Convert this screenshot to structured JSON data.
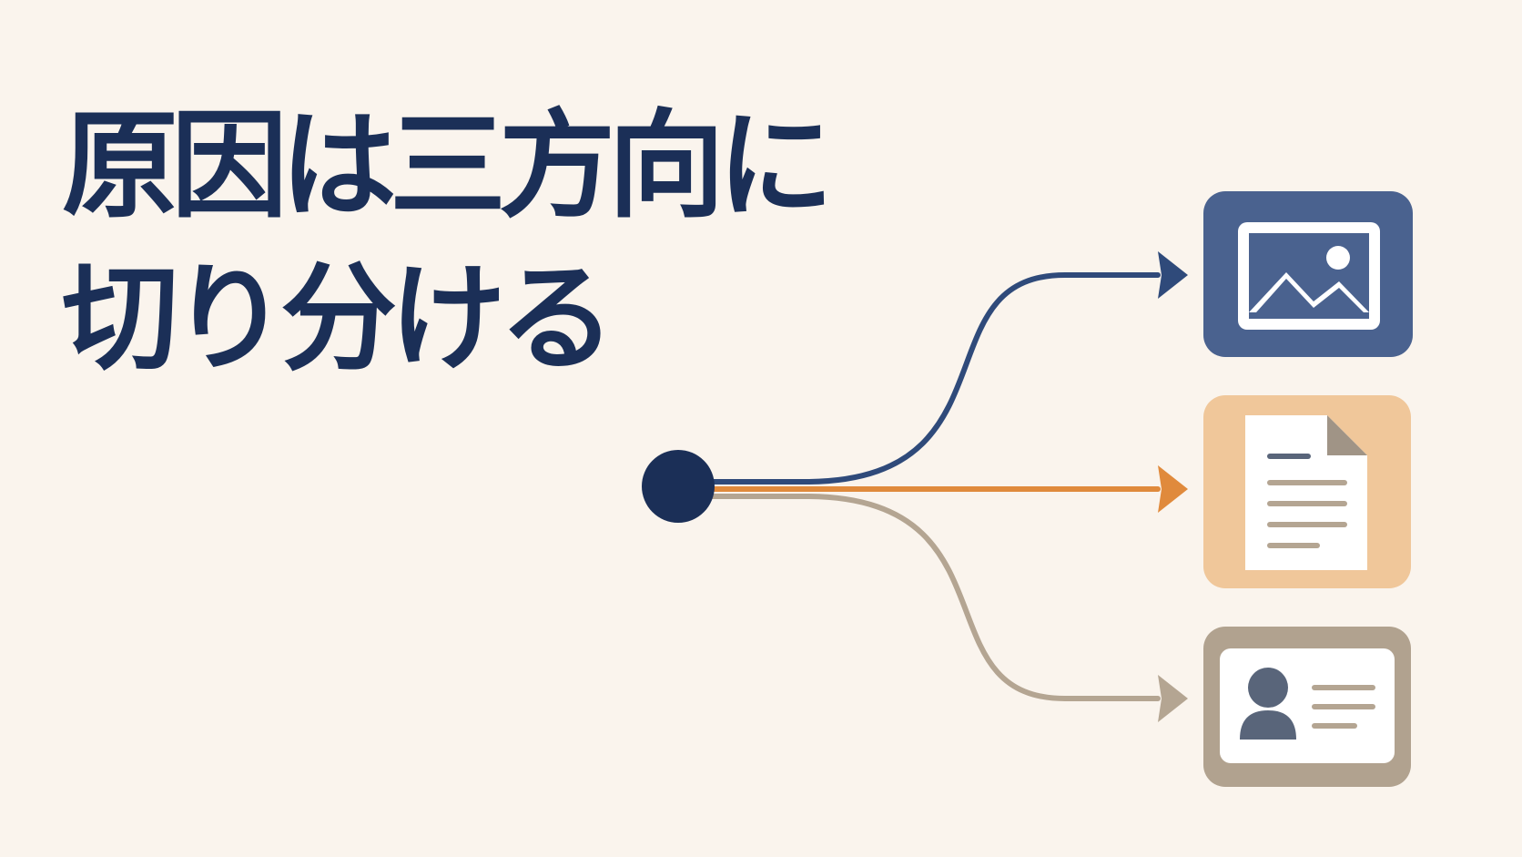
{
  "headline": {
    "line1": "原因は三方向に",
    "line2": "切り分ける"
  },
  "colors": {
    "background": "#faf4ed",
    "navy": "#1b2f57",
    "image_branch": "#2f4a7a",
    "document_branch": "#e08a3c",
    "profile_branch": "#b4a592",
    "image_card": "#4a628f",
    "document_card": "#f0c79a",
    "profile_card": "#b1a28f"
  },
  "branches": [
    {
      "name": "image",
      "icon": "image-icon"
    },
    {
      "name": "document",
      "icon": "document-icon"
    },
    {
      "name": "profile",
      "icon": "profile-card-icon"
    }
  ]
}
